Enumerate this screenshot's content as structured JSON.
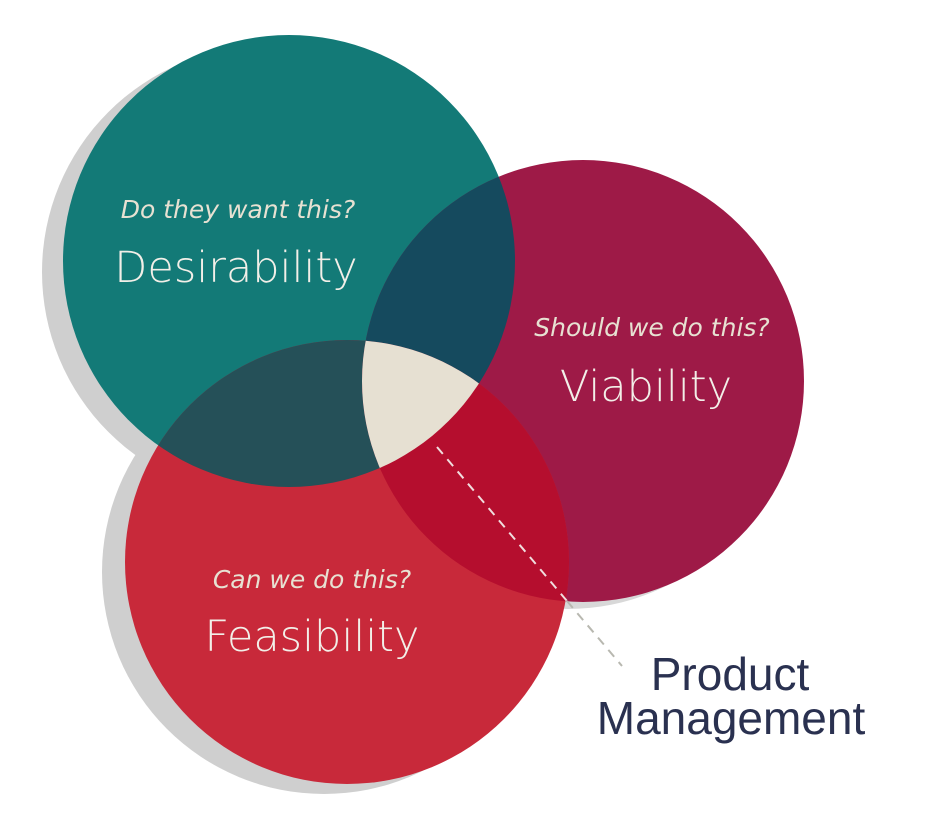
{
  "diagram": {
    "circles": [
      {
        "id": "desirability",
        "question": "Do they want this?",
        "title": "Desirability",
        "color": "#137a77"
      },
      {
        "id": "viability",
        "question": "Should we do this?",
        "title": "Viability",
        "color": "#9e1a47"
      },
      {
        "id": "feasibility",
        "question": "Can we do this?",
        "title": "Feasibility",
        "color": "#c8293a"
      }
    ],
    "overlap_colors": {
      "desirability_viability": "#154a5e",
      "desirability_feasibility": "#255058",
      "viability_feasibility": "#b50e2e",
      "all": "#e6e0d2"
    },
    "shadow_color": "#cfcfcf",
    "center_label": {
      "line1": "Product",
      "line2": "Management"
    }
  }
}
